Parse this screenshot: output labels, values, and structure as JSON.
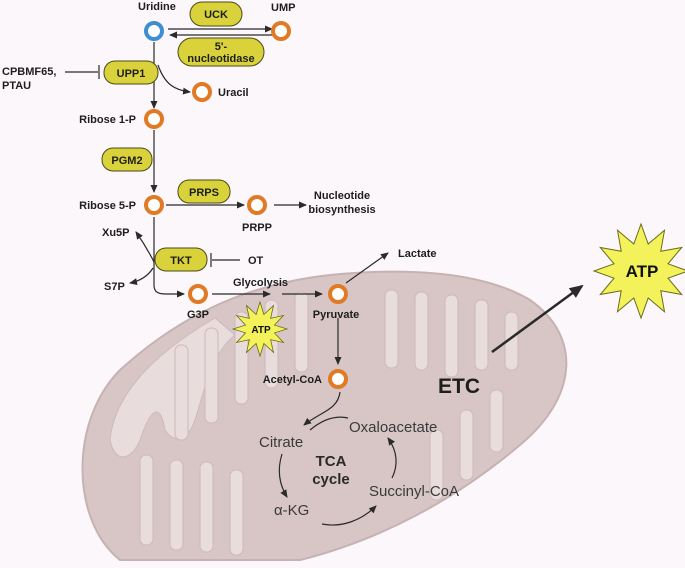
{
  "colors": {
    "background": "#fbf7fb",
    "enzyme_fill": "#d9d23a",
    "enzyme_stroke": "#4a4a1a",
    "metabolite_ring": "#e07a24",
    "uridine_ring": "#3d8fd1",
    "mitochondrion": "#d8c6c6",
    "mito_inner": "#e9dcdc",
    "atp_star": "#f4f25a"
  },
  "metabolites": {
    "uridine": "Uridine",
    "ump": "UMP",
    "uracil": "Uracil",
    "ribose1p": "Ribose 1-P",
    "ribose5p": "Ribose 5-P",
    "prpp": "PRPP",
    "nucleotide_biosynthesis_1": "Nucleotide",
    "nucleotide_biosynthesis_2": "biosynthesis",
    "xu5p": "Xu5P",
    "s7p": "S7P",
    "g3p": "G3P",
    "glycolysis": "Glycolysis",
    "pyruvate": "Pyruvate",
    "lactate": "Lactate",
    "acetyl_coa": "Acetyl-CoA"
  },
  "enzymes": {
    "uck": "UCK",
    "nucleotidase_1": "5'-",
    "nucleotidase_2": "nucleotidase",
    "upp1": "UPP1",
    "pgm2": "PGM2",
    "prps": "PRPS",
    "tkt": "TKT"
  },
  "inhibitors": {
    "cpbmf65_1": "CPBMF65,",
    "cpbmf65_2": "PTAU",
    "ot": "OT"
  },
  "tca": {
    "oxaloacetate": "Oxaloacetate",
    "citrate": "Citrate",
    "tca_1": "TCA",
    "tca_2": "cycle",
    "succinyl_coa": "Succinyl-CoA",
    "akg": "α-KG"
  },
  "etc": "ETC",
  "atp_small": "ATP",
  "atp_big": "ATP"
}
